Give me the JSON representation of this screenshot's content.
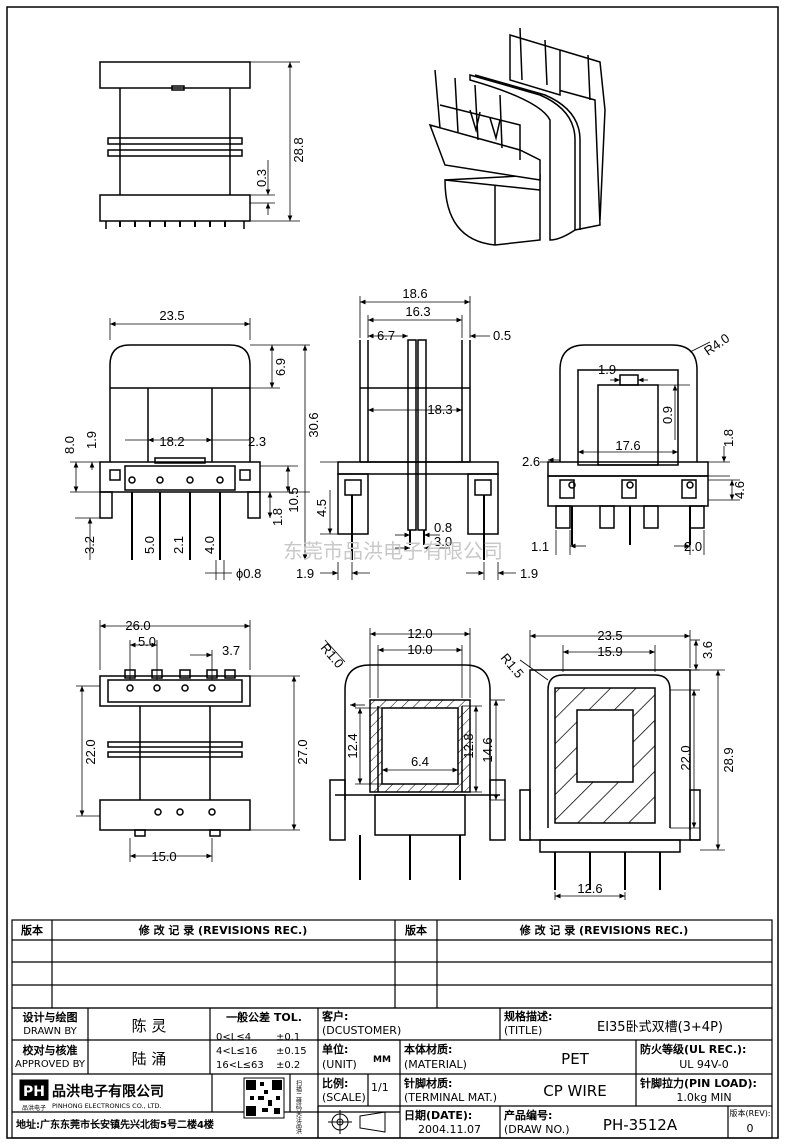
{
  "watermark": "东莞市品洪电子有限公司",
  "dimensions": {
    "v1_h": "28.8",
    "v1_gap": "0.3",
    "v3_w": "23.5",
    "v3_h": "30.6",
    "v3_top": "6.9",
    "v3_left_h": "8.0",
    "v3_left_g": "1.9",
    "v3_inner": "18.2",
    "v3_right": "2.3",
    "v3_pin_h": "10.5",
    "v3_pin_1": "1.8",
    "v3_p1": "3.2",
    "v3_p2": "5.0",
    "v3_p3": "2.1",
    "v3_p4": "4.0",
    "v3_dia": "ϕ0.8",
    "v4_outer": "18.6",
    "v4_mid": "16.3",
    "v4_left": "6.7",
    "v4_thk": "0.5",
    "v4_inner": "18.3",
    "v4_side": "4.5",
    "v4_p1": "0.8",
    "v4_p2": "3.0",
    "v4_b1": "1.9",
    "v4_b2": "1.9",
    "v5_r": "R4.0",
    "v5_slot": "1.9",
    "v5_h": "0.9",
    "v5_w": "17.6",
    "v5_rh": "1.8",
    "v5_lh": "2.6",
    "v5_ph": "4.6",
    "v5_b1": "1.1",
    "v5_b2": "2.0",
    "v6_w": "26.0",
    "v6_p": "5.0",
    "v6_p2": "3.7",
    "v6_h": "22.0",
    "v6_h2": "27.0",
    "v6_b": "15.0",
    "v7_r": "R1.0",
    "v7_w": "12.0",
    "v7_w2": "10.0",
    "v7_h": "12.4",
    "v7_h2": "12.8",
    "v7_h3": "14.6",
    "v7_b": "6.4",
    "v8_r": "R1.5",
    "v8_w": "23.5",
    "v8_w2": "15.9",
    "v8_t": "3.6",
    "v8_h": "22.0",
    "v8_h2": "28.9",
    "v8_b": "12.6"
  },
  "revisions": {
    "col_ver": "版本",
    "col_rec": "修 改 记 录 (REVISIONS REC.)",
    "col_ver2": "版本",
    "col_rec2": "修 改 记 录 (REVISIONS REC.)"
  },
  "title_block": {
    "drawn_label_cn": "设计与绘图",
    "drawn_label_en": "DRAWN BY",
    "drawn_value": "陈 灵",
    "approved_label_cn": "校对与核准",
    "approved_label_en": "APPROVED BY",
    "approved_value": "陆 涌",
    "tol_title": "一般公差 TOL.",
    "tol_1": "0<L≤4",
    "tol_1v": "±0.1",
    "tol_2": "4<L≤16",
    "tol_2v": "±0.15",
    "tol_3": "16<L≤63",
    "tol_3v": "±0.2",
    "customer_label": "客户:",
    "customer_en": "(DCUSTOMER)",
    "title_label": "规格描述:",
    "title_en": "(TITLE)",
    "title_value": "EI35卧式双槽(3+4P)",
    "unit_label": "单位:",
    "unit_en": "(UNIT)",
    "unit_value": "MM",
    "material_label": "本体材质:",
    "material_en": "(MATERIAL)",
    "material_value": "PET",
    "fire_label": "防火等级(UL REC.):",
    "fire_value": "UL 94V-0",
    "scale_label": "比例:",
    "scale_en": "(SCALE)",
    "scale_value": "1/1",
    "terminal_label": "针脚材质:",
    "terminal_en": "(TERMINAL MAT.)",
    "terminal_value": "CP WIRE",
    "pinload_label": "针脚拉力(PIN LOAD):",
    "pinload_value": "1.0kg MIN",
    "date_label": "日期(DATE):",
    "date_value": "2004.11.07",
    "drawno_label": "产品编号:",
    "drawno_en": "(DRAW NO.)",
    "drawno_value": "PH-3512A",
    "rev_label": "版本(REV):",
    "rev_value": "0",
    "company_cn": "品洪电子有限公司",
    "company_en": "PINHONG ELECTRONICS CO., LTD.",
    "logo_text": "PH",
    "logo_sub": "品洪电子",
    "qr_side": "扫描二维码关注品洪",
    "address": "地址:广东东莞市长安镇先兴北街5号二楼4楼"
  }
}
